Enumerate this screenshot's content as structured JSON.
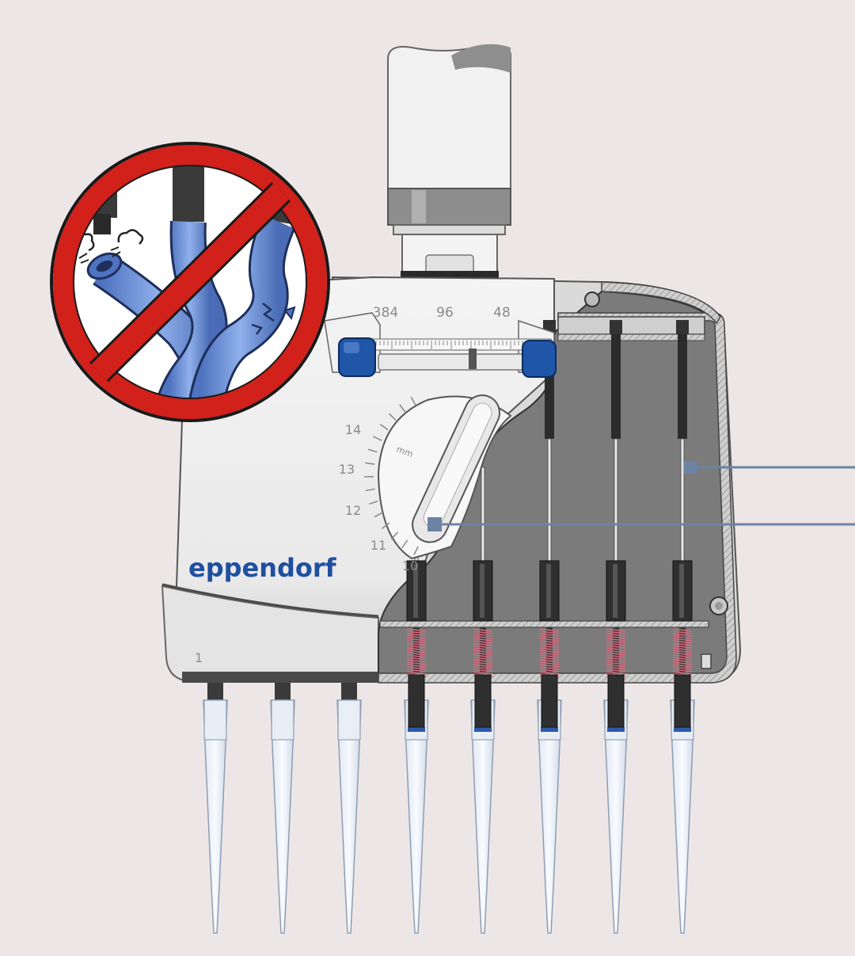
{
  "brand": {
    "name": "eppendorf",
    "color": "#1f4fa0"
  },
  "spacing_scale": {
    "labels": [
      "384",
      "96",
      "48"
    ]
  },
  "dial": {
    "unit": "mm",
    "labels": [
      "14",
      "13",
      "12",
      "11",
      "10"
    ]
  },
  "channel_marker": "1",
  "warning_sign": {
    "icon": "no-symbol",
    "depicts": "kinked-and-twisted-tubing"
  },
  "colors": {
    "background": "#ece7e6",
    "housing": "#f2f2f2",
    "cutaway": "#7b7b7b",
    "warning_red": "#d2201a",
    "tubing_blue": "#6d8ed2",
    "button_blue": "#1f56a8",
    "callout_line": "#6d83a3"
  }
}
